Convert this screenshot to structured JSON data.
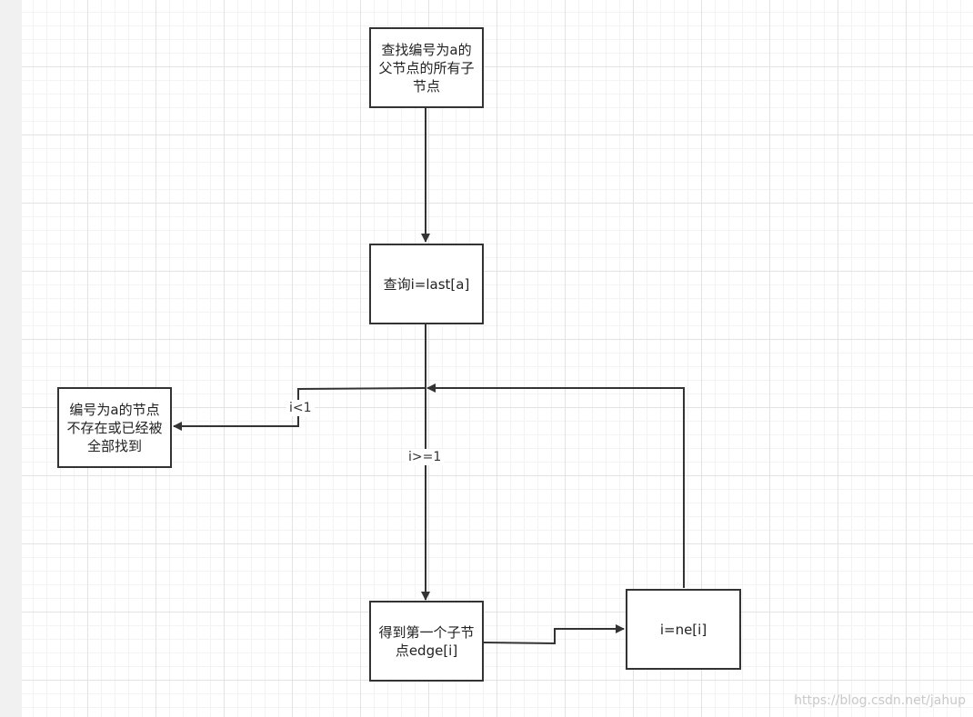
{
  "nodes": {
    "find_children": "查找编号为a的父节点的所有子节点",
    "query_last": "查询i=last[a]",
    "not_exist": "编号为a的节点不存在或已经被全部找到",
    "first_child": "得到第一个子节点edge[i]",
    "next_edge": "i=ne[i]"
  },
  "edge_labels": {
    "less_than_one": "i<1",
    "greater_equal_one": "i>=1"
  },
  "watermark": "https://blog.csdn.net/jahup",
  "colors": {
    "stroke": "#333333",
    "grid_major": "#e3e3e3",
    "grid_minor": "#f3f3f3",
    "left_strip": "#f1f1f1"
  }
}
